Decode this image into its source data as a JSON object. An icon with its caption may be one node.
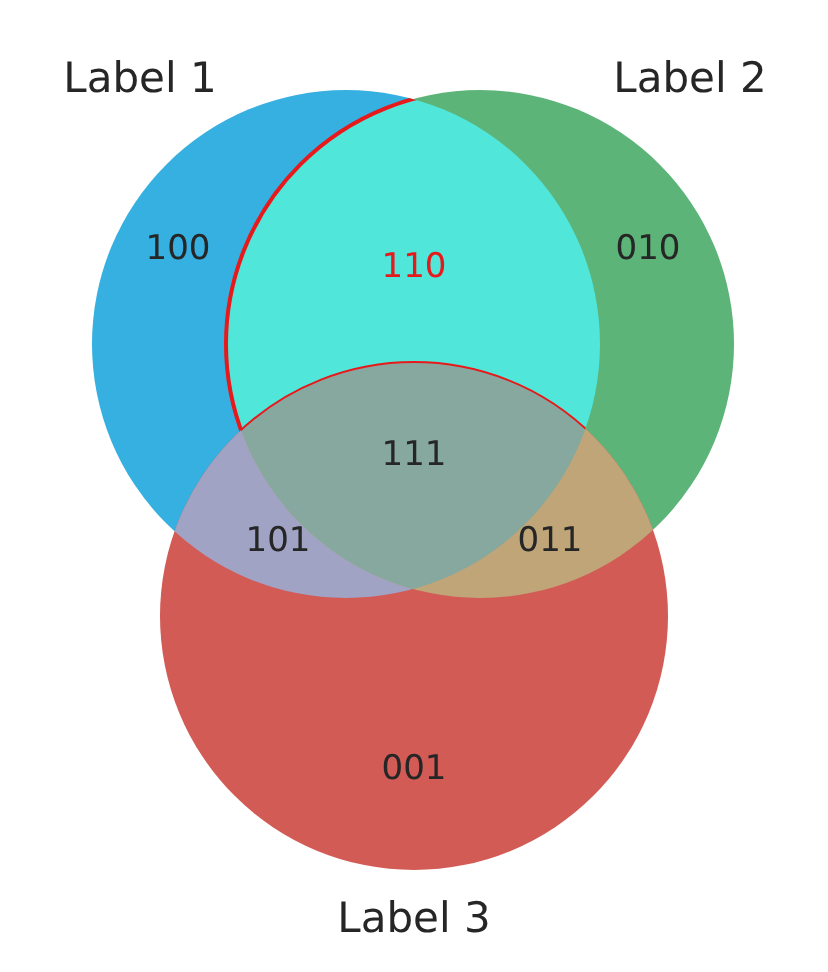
{
  "diagram": {
    "nodes": [
      {
        "text": [
          "Label 1"
        ]
      },
      {
        "text": [
          "Label 2"
        ]
      },
      {
        "text": [
          "Label 3"
        ]
      }
    ],
    "labels": [
      "100",
      "110",
      "010",
      "111",
      "101",
      "011",
      "001"
    ]
  }
}
